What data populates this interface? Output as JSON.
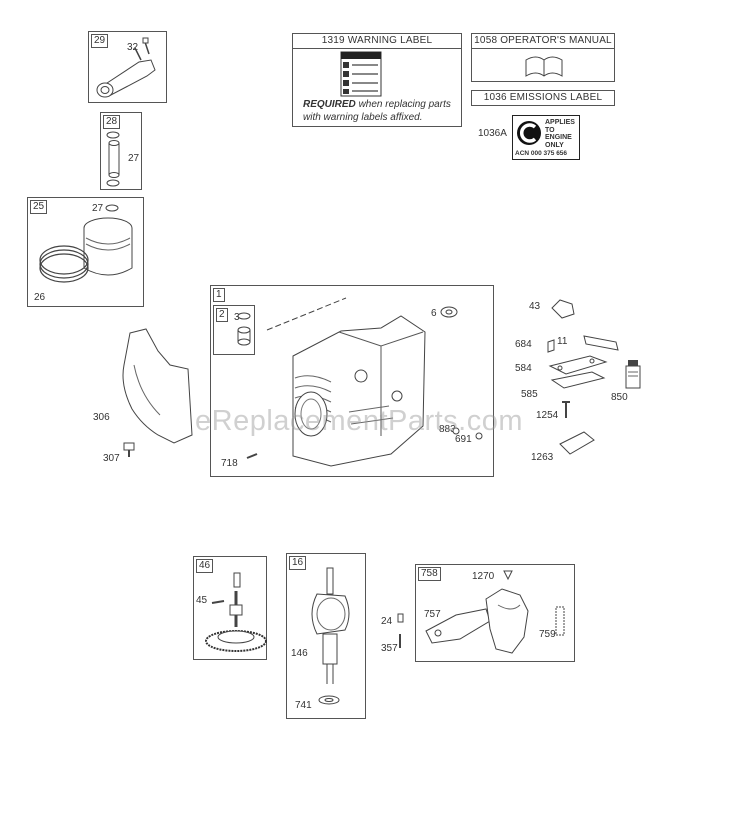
{
  "watermark": "eReplacementParts.com",
  "top_labels": {
    "warning_header": "1319 WARNING LABEL",
    "warning_required": "REQUIRED",
    "warning_text": "when replacing parts with warning labels affixed.",
    "manual_header": "1058 OPERATOR'S MANUAL",
    "emissions_header": "1036 EMISSIONS LABEL",
    "emissions_part": "1036A",
    "emissions_badge": "APPLIES TO ENGINE ONLY",
    "emissions_acn": "ACN 000 375 656"
  },
  "parts": {
    "p29": "29",
    "p32": "32",
    "p28": "28",
    "p27a": "27",
    "p25": "25",
    "p27b": "27",
    "p26": "26",
    "p1": "1",
    "p2": "2",
    "p3": "3",
    "p6": "6",
    "p718": "718",
    "p883": "883",
    "p691": "691",
    "p306": "306",
    "p307": "307",
    "p43": "43",
    "p684": "684",
    "p11": "11",
    "p584": "584",
    "p585": "585",
    "p850": "850",
    "p1254": "1254",
    "p1263": "1263",
    "p46": "46",
    "p45": "45",
    "p16": "16",
    "p24": "24",
    "p357": "357",
    "p146": "146",
    "p741": "741",
    "p758": "758",
    "p1270": "1270",
    "p757": "757",
    "p759": "759"
  }
}
